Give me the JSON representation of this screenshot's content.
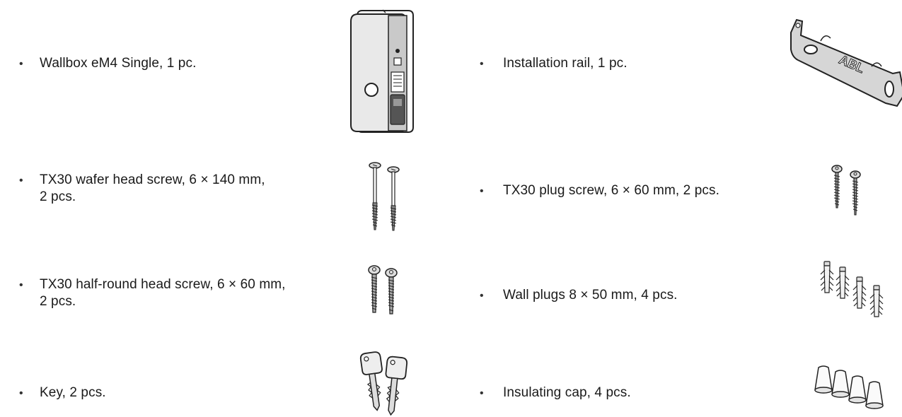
{
  "items": [
    {
      "text": "Wallbox eM4 Single, 1 pc.",
      "icon": "wallbox-icon"
    },
    {
      "text": "Installation rail, 1 pc.",
      "icon": "installation-rail-icon"
    },
    {
      "text_line1": "TX30 wafer head screw, 6 × 140 mm,",
      "text_line2": "2 pcs.",
      "icon": "wafer-head-screw-icon"
    },
    {
      "text": "TX30 plug screw, 6 × 60 mm, 2 pcs.",
      "icon": "plug-screw-icon"
    },
    {
      "text_line1": "TX30 half-round head screw, 6 × 60 mm,",
      "text_line2": "2 pcs.",
      "icon": "half-round-head-screw-icon"
    },
    {
      "text": "Wall plugs 8 × 50 mm, 4 pcs.",
      "icon": "wall-plug-icon"
    },
    {
      "text": "Key, 2 pcs.",
      "icon": "key-icon"
    },
    {
      "text": "Insulating cap, 4 pcs.",
      "icon": "insulating-cap-icon"
    }
  ],
  "bullet_char": "•",
  "rail_logo_text": "ABL"
}
